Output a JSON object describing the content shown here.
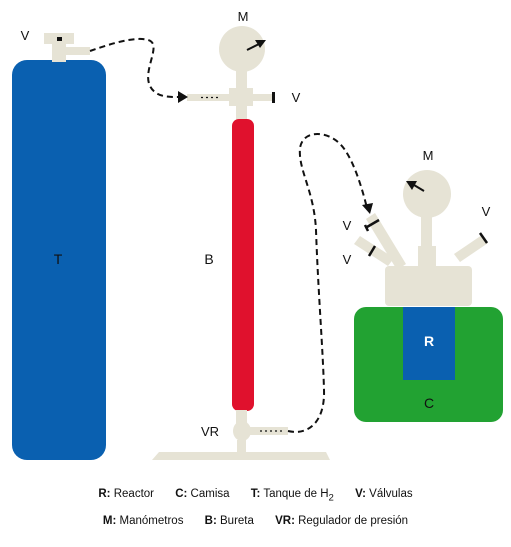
{
  "diagram": {
    "labels": {
      "tank": "T",
      "burette": "B",
      "reactor": "R",
      "jacket": "C",
      "regulator": "VR",
      "manometer_burette": "M",
      "manometer_reactor": "M",
      "valve_tank": "V",
      "valve_burette": "V",
      "valve_reactor_left_top": "V",
      "valve_reactor_left_bottom": "V",
      "valve_reactor_right": "V"
    },
    "legend": {
      "row1": [
        {
          "key": "R:",
          "text": "Reactor"
        },
        {
          "key": "C:",
          "text": "Camisa"
        },
        {
          "key": "T:",
          "text": "Tanque de H",
          "sub": "2"
        },
        {
          "key": "V:",
          "text": "Válvulas"
        }
      ],
      "row2": [
        {
          "key": "M:",
          "text": "Manómetros"
        },
        {
          "key": "B:",
          "text": "Bureta"
        },
        {
          "key": "VR:",
          "text": "Regulador de presión"
        }
      ]
    },
    "colors": {
      "tank": "#0a60b0",
      "burette": "#e0112d",
      "reactor": "#0a60b0",
      "jacket": "#22a232",
      "fittings": "#e6e3d5",
      "lines": "#111111"
    }
  }
}
